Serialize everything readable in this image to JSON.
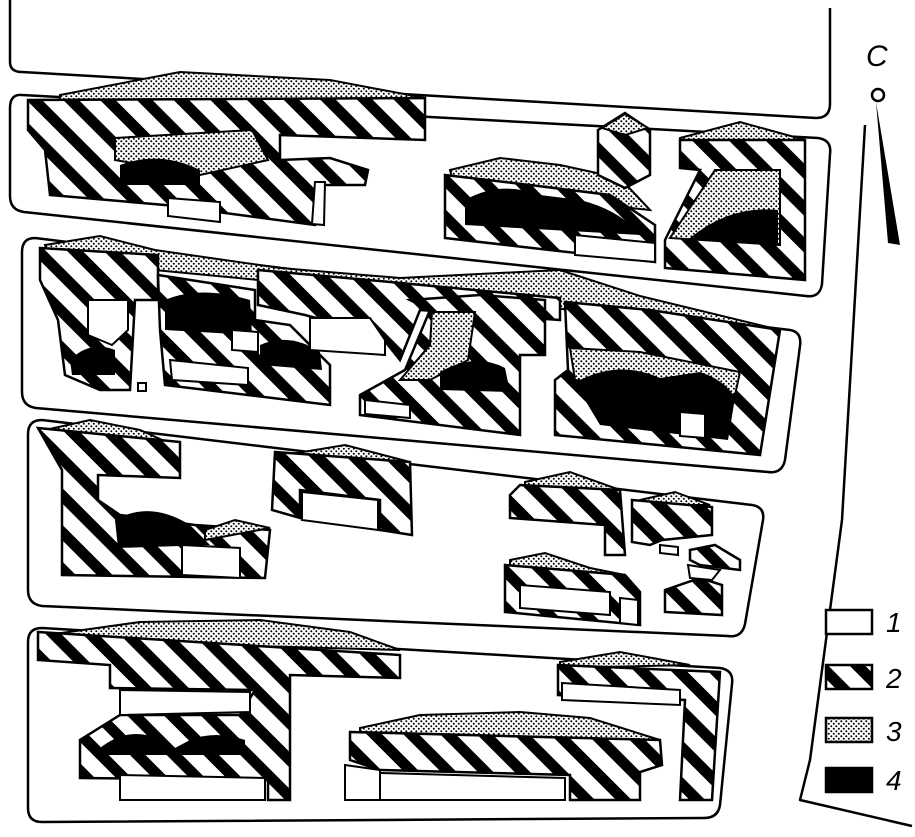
{
  "north": {
    "label": "C"
  },
  "legend": {
    "items": [
      {
        "label": "1",
        "fill": "blank"
      },
      {
        "label": "2",
        "fill": "hatch"
      },
      {
        "label": "3",
        "fill": "dots"
      },
      {
        "label": "4",
        "fill": "solid"
      }
    ]
  },
  "colors": {
    "ink": "#000000",
    "paper": "#ffffff"
  }
}
